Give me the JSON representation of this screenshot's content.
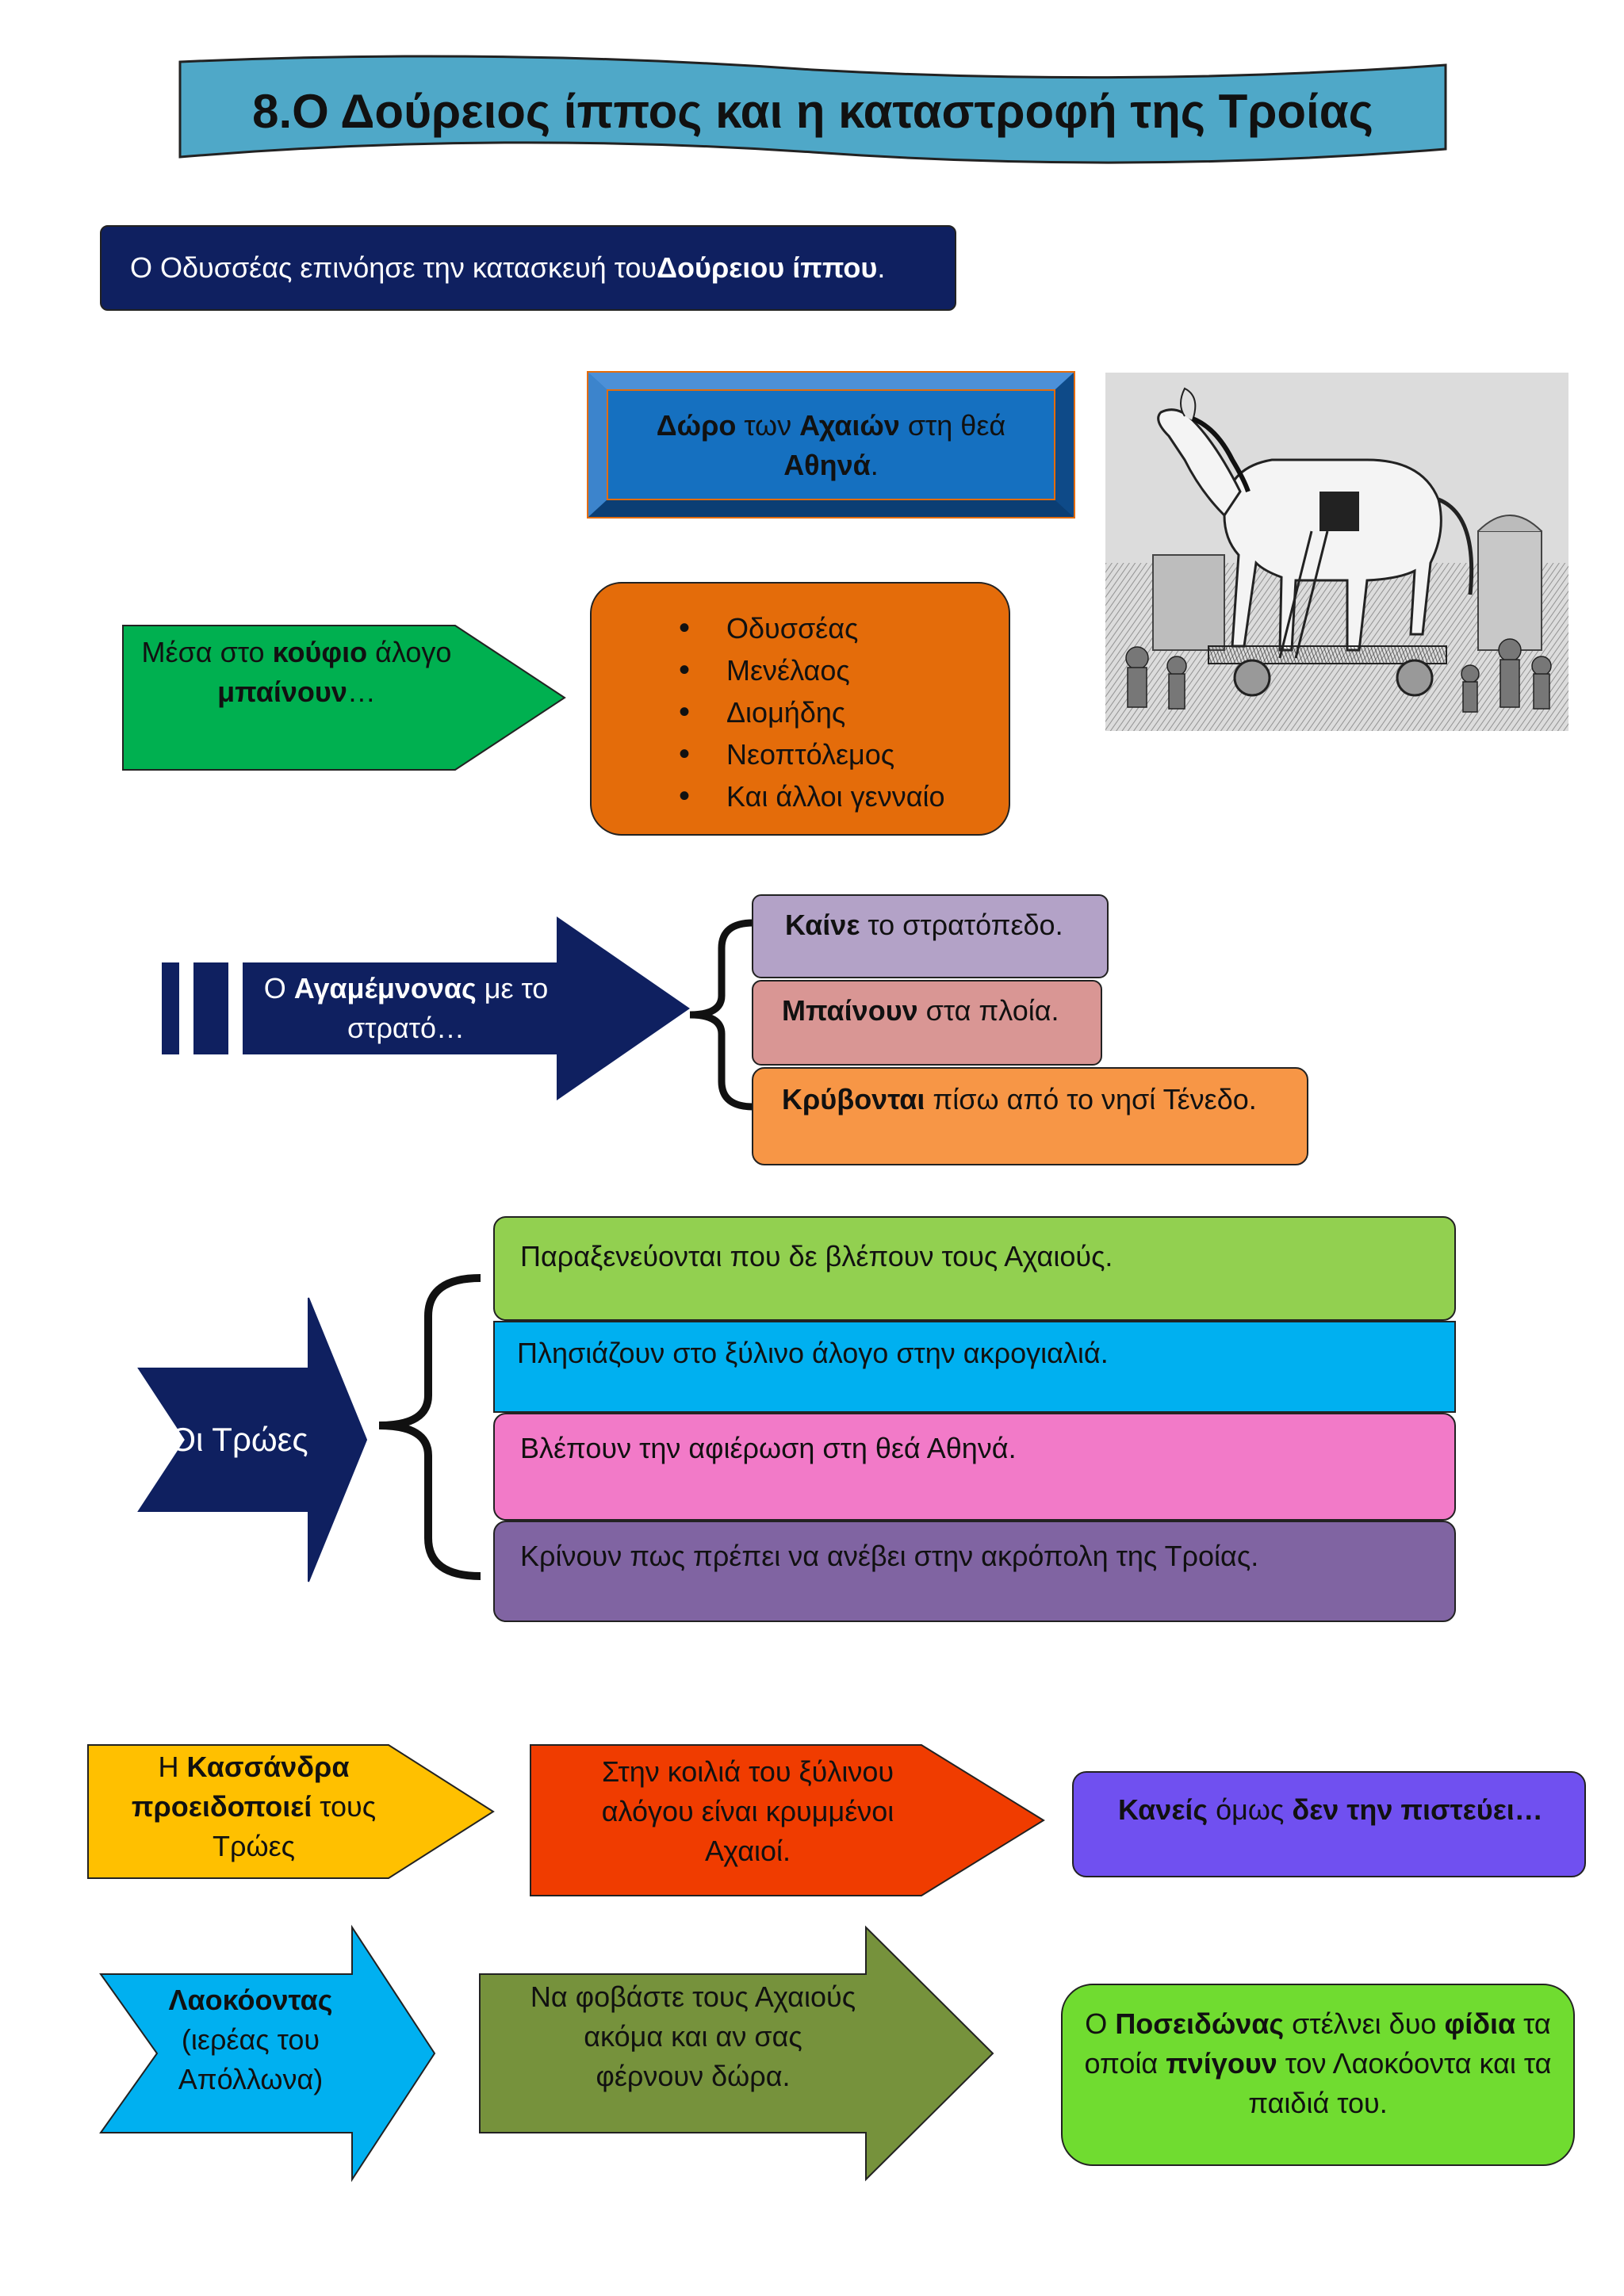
{
  "title": "8.Ο Δούρειος ίππος και η καταστροφή της Τροίας",
  "intro": {
    "pre": "Ο Οδυσσέας επινόησε την κατασκευή του ",
    "bold": "Δούρειου ίππου",
    "post": "."
  },
  "gift": {
    "b1": "Δώρο",
    "t1": " των ",
    "b2": "Αχαιών",
    "t2": " στη θεά ",
    "b3": "Αθηνά",
    "t3": "."
  },
  "image": {
    "icon": "trojan-horse-engraving"
  },
  "inside": {
    "pre": "Μέσα στο ",
    "b1": "κούφιο",
    "mid": " άλογο ",
    "b2": "μπαίνουν",
    "post": "…"
  },
  "heroes": [
    "Οδυσσέας",
    "Μενέλαος",
    "Διομήδης",
    "Νεοπτόλεμος",
    "Και άλλοι γενναίο"
  ],
  "agamemnon": {
    "pre": "Ο ",
    "bold": "Αγαμέμνονας",
    "post": " με το στρατό…"
  },
  "actions": [
    {
      "bold": "Καίνε",
      "text": " το στρατόπεδο."
    },
    {
      "bold": "Μπαίνουν",
      "text": " στα πλοία."
    },
    {
      "bold": "Κρύβονται",
      "text": " πίσω από το νησί Τένεδο."
    }
  ],
  "trojans": {
    "label": "Οι Τρώες"
  },
  "trojan_actions": [
    "Παραξενεύονται που δε βλέπουν τους Αχαιούς.",
    "Πλησιάζουν στο ξύλινο άλογο στην ακρογιαλιά.",
    "Βλέπουν την αφιέρωση στη θεά Αθηνά.",
    "Κρίνουν πως πρέπει να ανέβει στην ακρόπολη της Τροίας."
  ],
  "cassandra": {
    "pre": "Η ",
    "b1": "Κασσάνδρα",
    "b2": "προειδοποιεί",
    "post": " τους Τρώες"
  },
  "belly": "Στην κοιλιά του ξύλινου αλόγου είναι κρυμμένοι Αχαιοί.",
  "nobody": {
    "b1": "Κανείς",
    "mid": " όμως ",
    "b2": "δεν την πιστεύει…"
  },
  "laocoon": {
    "bold": "Λαοκόοντας",
    "text": "(ιερέας του Απόλλωνα)"
  },
  "fear": "Να φοβάστε τους Αχαιούς ακόμα και αν σας φέρνουν δώρα.",
  "poseidon": {
    "pre": "Ο ",
    "b1": "Ποσειδώνας",
    "t1": " στέλνει δυο ",
    "b2": "φίδια",
    "t2": " τα οποία ",
    "b3": "πνίγουν",
    "t3": " τον Λαοκόοντα και τα παιδιά του."
  },
  "colors": {
    "title_ribbon": "#4FA8C8",
    "navy": "#0F2060",
    "gift_blue": "#1570C0",
    "green": "#00B050",
    "orange": "#E46C0A",
    "lavender": "#B3A2C7",
    "rose": "#D99694",
    "light_orange": "#F79646",
    "lime": "#92D050",
    "cyan": "#00B0F0",
    "pink": "#F27AC8",
    "purple": "#8064A2",
    "gold": "#FFC000",
    "red": "#F03C00",
    "violet": "#7050F0",
    "sky": "#00B0F0",
    "olive": "#76923C",
    "bright_green": "#70DC30"
  }
}
